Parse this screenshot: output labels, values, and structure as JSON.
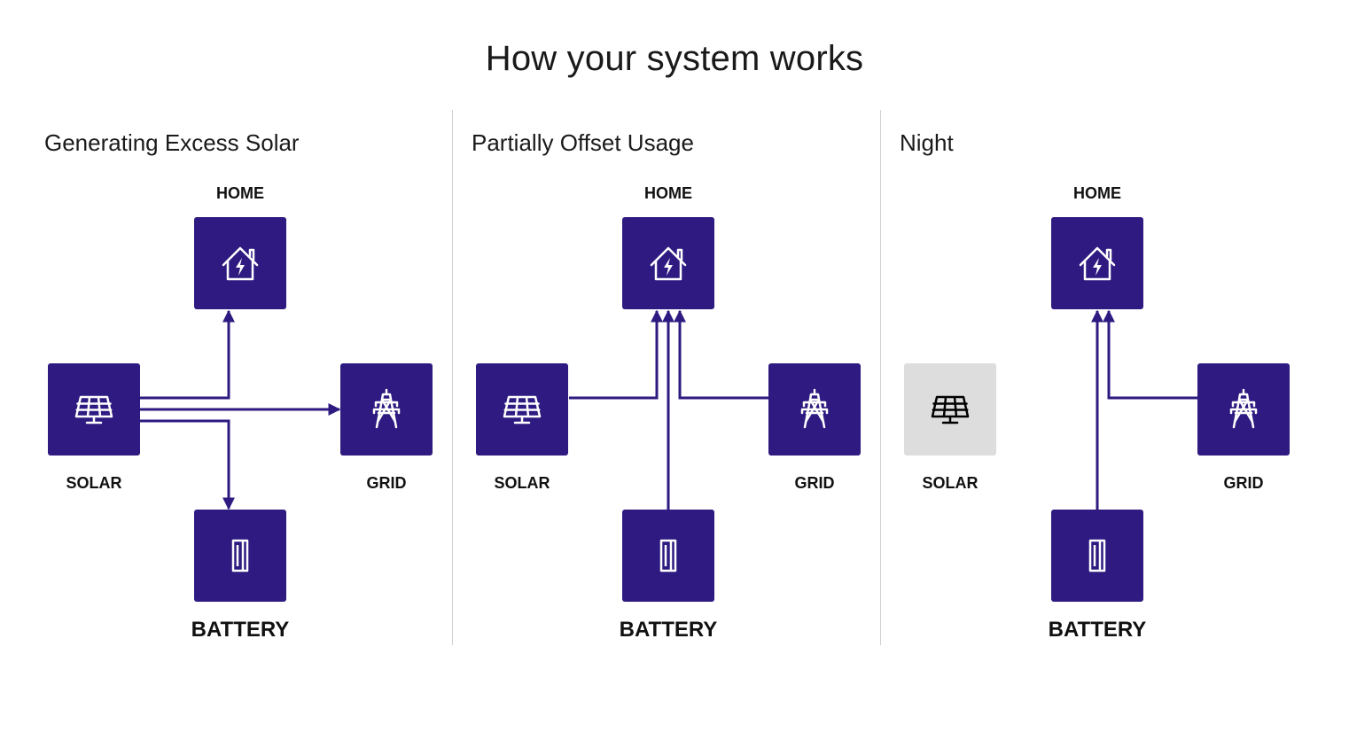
{
  "title": "How your system works",
  "colors": {
    "accent": "#2e1a80",
    "inactive": "#dddddd",
    "divider": "#d0d0d0"
  },
  "panels": [
    {
      "title": "Generating Excess Solar",
      "nodes": {
        "home": {
          "label": "HOME",
          "icon": "house-lightning-icon"
        },
        "solar": {
          "label": "SOLAR",
          "icon": "solar-panel-icon",
          "active": true
        },
        "grid": {
          "label": "GRID",
          "icon": "power-tower-icon"
        },
        "battery": {
          "label": "BATTERY",
          "icon": "battery-icon"
        }
      },
      "flows": [
        "solar to home",
        "solar to grid",
        "solar to battery"
      ]
    },
    {
      "title": "Partially Offset Usage",
      "nodes": {
        "home": {
          "label": "HOME",
          "icon": "house-lightning-icon"
        },
        "solar": {
          "label": "SOLAR",
          "icon": "solar-panel-icon",
          "active": true
        },
        "grid": {
          "label": "GRID",
          "icon": "power-tower-icon"
        },
        "battery": {
          "label": "BATTERY",
          "icon": "battery-icon"
        }
      },
      "flows": [
        "solar to home",
        "battery to home",
        "grid to home"
      ]
    },
    {
      "title": "Night",
      "nodes": {
        "home": {
          "label": "HOME",
          "icon": "house-lightning-icon"
        },
        "solar": {
          "label": "SOLAR",
          "icon": "solar-panel-icon",
          "active": false
        },
        "grid": {
          "label": "GRID",
          "icon": "power-tower-icon"
        },
        "battery": {
          "label": "BATTERY",
          "icon": "battery-icon"
        }
      },
      "flows": [
        "battery to home",
        "grid to home"
      ]
    }
  ]
}
